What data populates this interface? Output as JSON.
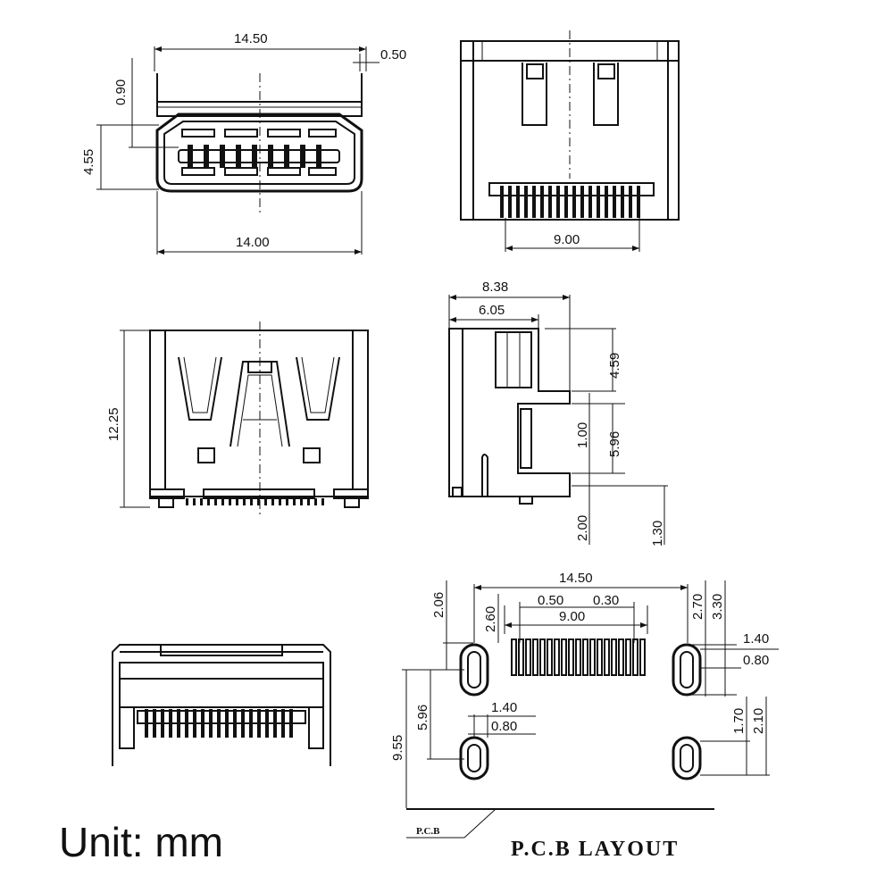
{
  "unit_label": "Unit: mm",
  "pcb_layout_label": "P.C.B LAYOUT",
  "pcb_label": "P.C.B",
  "front_view": {
    "top_width": "14.50",
    "bottom_width": "14.00",
    "pin_offset": "0.50",
    "height": "4.55",
    "tolerance": "0.90"
  },
  "rear_view": {
    "pin_span": "9.00"
  },
  "top_view": {
    "length": "12.25"
  },
  "side_view": {
    "overall_depth": "8.38",
    "inner_depth": "6.05",
    "upper_height": "4.59",
    "gap": "1.00",
    "lower_height": "5.96",
    "leg_a": "2.00",
    "leg_b": "1.30"
  },
  "pcb_layout": {
    "overall_width": "14.50",
    "pitch": "0.50",
    "pad_width": "0.30",
    "pin_span": "9.00",
    "left_offset_a": "2.06",
    "left_offset_b": "2.60",
    "right_offset_a": "2.70",
    "right_offset_b": "3.30",
    "slot_length_top": "1.40",
    "slot_width_top": "0.80",
    "slot_length_bottom": "1.40",
    "slot_width_bottom": "0.80",
    "row_spacing": "5.96",
    "overall_height": "9.55",
    "slot_h_a": "1.70",
    "slot_h_b": "2.10"
  }
}
